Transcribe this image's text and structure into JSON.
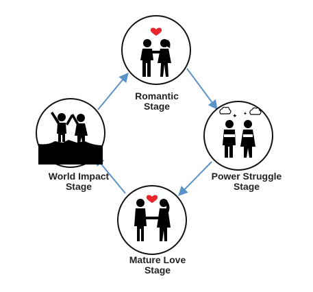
{
  "stages": [
    {
      "id": "romantic",
      "line1": "Romantic",
      "line2": "Stage"
    },
    {
      "id": "power",
      "line1": "Power Struggle",
      "line2": "Stage"
    },
    {
      "id": "mature",
      "line1": "Mature Love",
      "line2": "Stage"
    },
    {
      "id": "world",
      "line1": "World Impact",
      "line2": "Stage"
    }
  ],
  "colors": {
    "arrow": "#5b93c7",
    "heart": "#e8262e",
    "figure": "#000000",
    "circle_stroke": "#111111"
  },
  "icons": {
    "romantic": "kissing-couple-icon",
    "power": "arguing-couple-icon",
    "mature": "couple-holding-hands-icon",
    "world": "couple-on-hill-icon"
  }
}
